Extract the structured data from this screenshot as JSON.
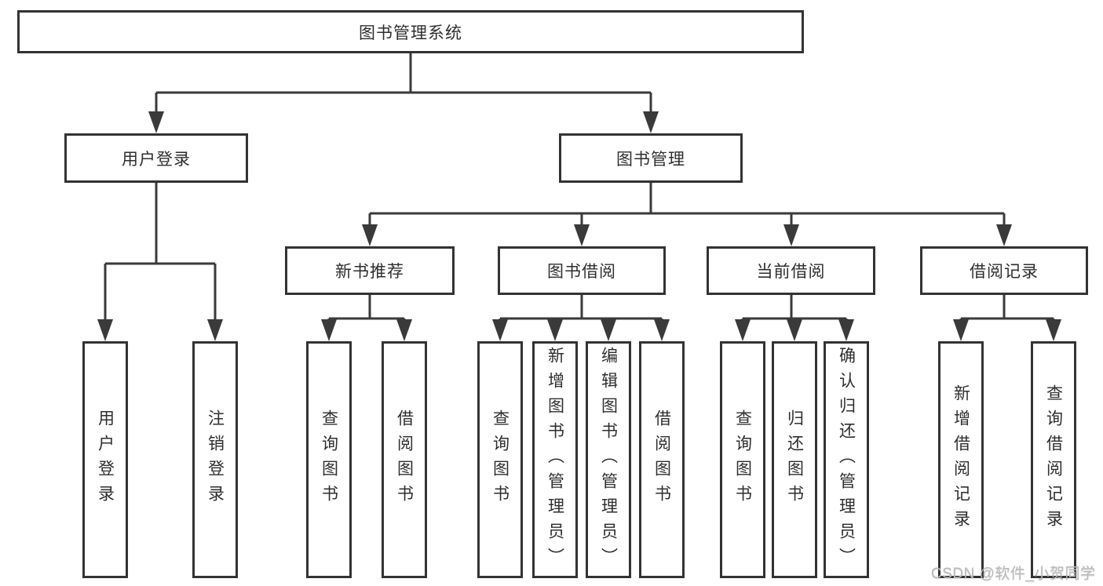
{
  "diagram": {
    "root": {
      "label": "图书管理系统"
    },
    "branches": [
      {
        "label": "用户登录",
        "children": [
          {
            "label": "用户登录"
          },
          {
            "label": "注销登录"
          }
        ]
      },
      {
        "label": "图书管理",
        "children": [
          {
            "label": "新书推荐",
            "children": [
              {
                "label": "查询图书"
              },
              {
                "label": "借阅图书"
              }
            ]
          },
          {
            "label": "图书借阅",
            "children": [
              {
                "label": "查询图书"
              },
              {
                "label": "新增图书（管理员）"
              },
              {
                "label": "编辑图书（管理员）"
              },
              {
                "label": "借阅图书"
              }
            ]
          },
          {
            "label": "当前借阅",
            "children": [
              {
                "label": "查询图书"
              },
              {
                "label": "归还图书"
              },
              {
                "label": "确认归还（管理员）"
              }
            ]
          },
          {
            "label": "借阅记录",
            "children": [
              {
                "label": "新增借阅记录"
              },
              {
                "label": "查询借阅记录"
              }
            ]
          }
        ]
      }
    ]
  },
  "watermark": {
    "text": "CSDN @软件_小贺同学"
  },
  "colors": {
    "line": "#3a3a3a",
    "box_border": "#333333",
    "text": "#2e2e2e",
    "watermark": "#b9b9b9",
    "background": "#ffffff"
  }
}
